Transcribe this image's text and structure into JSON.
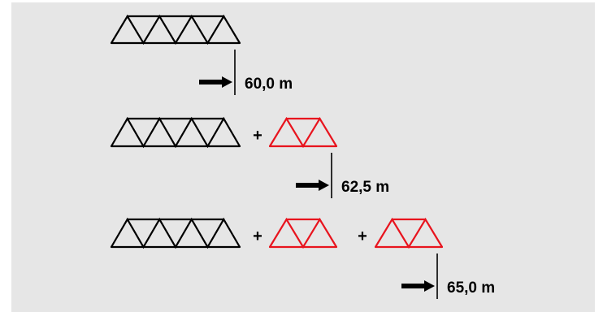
{
  "colors": {
    "background": "#e6e6e6",
    "base_truss": "#000000",
    "extension_truss": "#e8141e"
  },
  "configurations": [
    {
      "extensions": 0,
      "length_label": "60,0 m"
    },
    {
      "extensions": 1,
      "length_label": "62,5 m"
    },
    {
      "extensions": 2,
      "length_label": "65,0 m"
    }
  ],
  "plus_sign": "+"
}
